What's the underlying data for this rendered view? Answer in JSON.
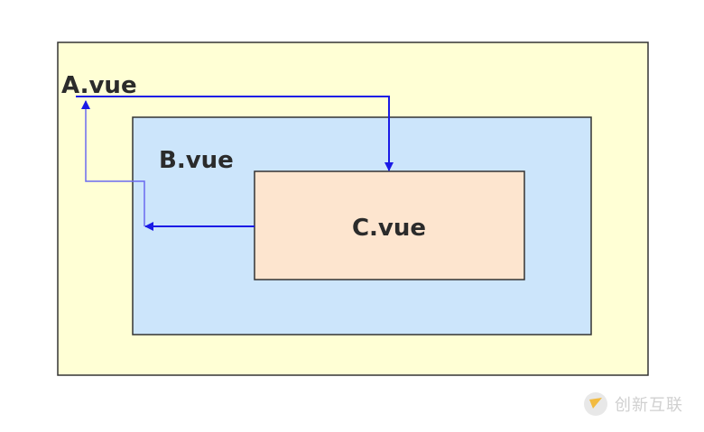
{
  "components": {
    "a": {
      "label": "A.vue",
      "fill": "#ffffd5"
    },
    "b": {
      "label": "B.vue",
      "fill": "#cce5fb"
    },
    "c": {
      "label": "C.vue",
      "fill": "#fde5cf"
    }
  },
  "arrow_color": "#1a1ae6",
  "watermark": {
    "text": "创新互联"
  }
}
